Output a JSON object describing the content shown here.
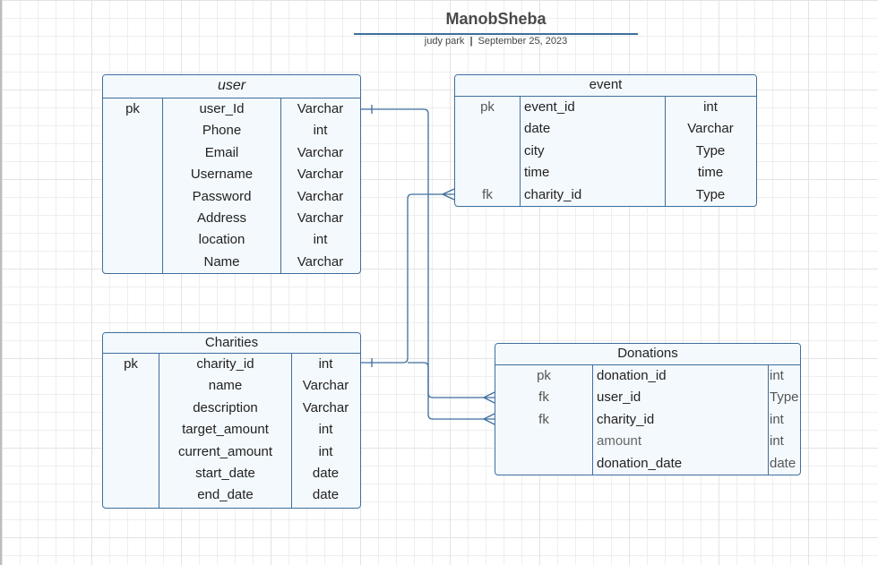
{
  "header": {
    "title": "ManobSheba",
    "author": "judy park",
    "separator": "|",
    "date": "September 25, 2023"
  },
  "colors": {
    "border": "#3e6e9e",
    "fill": "#f4f9fd",
    "grid": "#e3e3e3"
  },
  "entities": {
    "user": {
      "name": "user",
      "keys": [
        "pk",
        "",
        "",
        "",
        "",
        "",
        "",
        ""
      ],
      "fields": [
        "user_Id",
        "Phone",
        "Email",
        "Username",
        "Password",
        "Address",
        "location",
        "Name"
      ],
      "types": [
        "Varchar",
        "int",
        "Varchar",
        "Varchar",
        "Varchar",
        "Varchar",
        "int",
        "Varchar"
      ]
    },
    "event": {
      "name": "event",
      "keys": [
        "pk",
        "",
        "",
        "",
        "fk"
      ],
      "fields": [
        "event_id",
        "date",
        "city",
        "time",
        "charity_id"
      ],
      "types": [
        "int",
        "Varchar",
        "Type",
        "time",
        "Type"
      ]
    },
    "charities": {
      "name": "Charities",
      "keys": [
        "pk",
        "",
        "",
        "",
        "",
        "",
        ""
      ],
      "fields": [
        "charity_id",
        "name",
        "description",
        "target_amount",
        "current_amount",
        "start_date",
        "end_date"
      ],
      "types": [
        "int",
        "Varchar",
        "Varchar",
        "int",
        "int",
        "date",
        "date"
      ]
    },
    "donations": {
      "name": "Donations",
      "keys": [
        "pk",
        "fk",
        "fk",
        "",
        ""
      ],
      "fields": [
        "donation_id",
        "user_id",
        "charity_id",
        "amount",
        "donation_date"
      ],
      "types": [
        "int",
        "Type",
        "int",
        "int",
        "date"
      ]
    }
  }
}
